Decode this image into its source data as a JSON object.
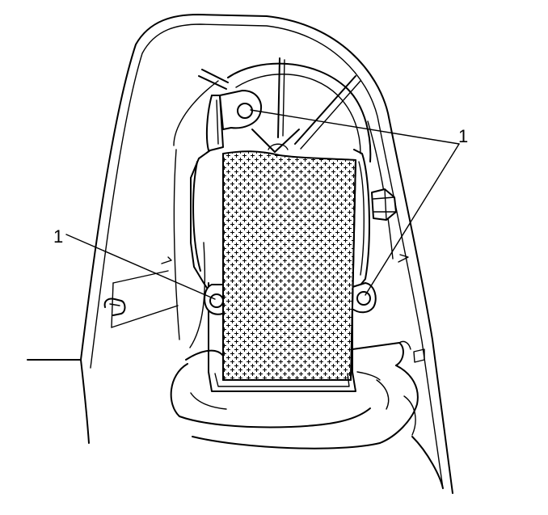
{
  "callouts": [
    {
      "id": "top-right",
      "label": "1"
    },
    {
      "id": "left",
      "label": "1"
    }
  ],
  "colors": {
    "line": "#000000",
    "background": "#ffffff"
  }
}
